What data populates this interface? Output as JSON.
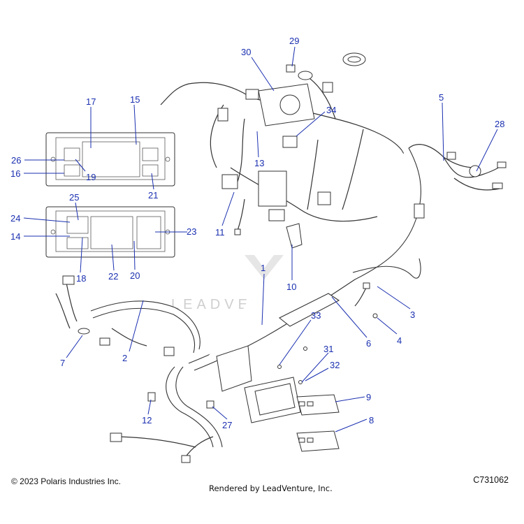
{
  "watermark": "LEADVENTURE",
  "callouts": [
    {
      "id": "1",
      "label": "1"
    },
    {
      "id": "2",
      "label": "2"
    },
    {
      "id": "3",
      "label": "3"
    },
    {
      "id": "4",
      "label": "4"
    },
    {
      "id": "5",
      "label": "5"
    },
    {
      "id": "6",
      "label": "6"
    },
    {
      "id": "7",
      "label": "7"
    },
    {
      "id": "8",
      "label": "8"
    },
    {
      "id": "9",
      "label": "9"
    },
    {
      "id": "10",
      "label": "10"
    },
    {
      "id": "11",
      "label": "11"
    },
    {
      "id": "12",
      "label": "12"
    },
    {
      "id": "13",
      "label": "13"
    },
    {
      "id": "14",
      "label": "14"
    },
    {
      "id": "15",
      "label": "15"
    },
    {
      "id": "16",
      "label": "16"
    },
    {
      "id": "17",
      "label": "17"
    },
    {
      "id": "18",
      "label": "18"
    },
    {
      "id": "19",
      "label": "19"
    },
    {
      "id": "20",
      "label": "20"
    },
    {
      "id": "21",
      "label": "21"
    },
    {
      "id": "22",
      "label": "22"
    },
    {
      "id": "23",
      "label": "23"
    },
    {
      "id": "24",
      "label": "24"
    },
    {
      "id": "25",
      "label": "25"
    },
    {
      "id": "26",
      "label": "26"
    },
    {
      "id": "27",
      "label": "27"
    },
    {
      "id": "28",
      "label": "28"
    },
    {
      "id": "29",
      "label": "29"
    },
    {
      "id": "30",
      "label": "30"
    },
    {
      "id": "31",
      "label": "31"
    },
    {
      "id": "32",
      "label": "32"
    },
    {
      "id": "33",
      "label": "33"
    },
    {
      "id": "34",
      "label": "34"
    }
  ],
  "footer": {
    "copyright": "© 2023 Polaris Industries Inc.",
    "rendered_by": "Rendered by LeadVenture, Inc.",
    "drawing_id": "C731062"
  }
}
